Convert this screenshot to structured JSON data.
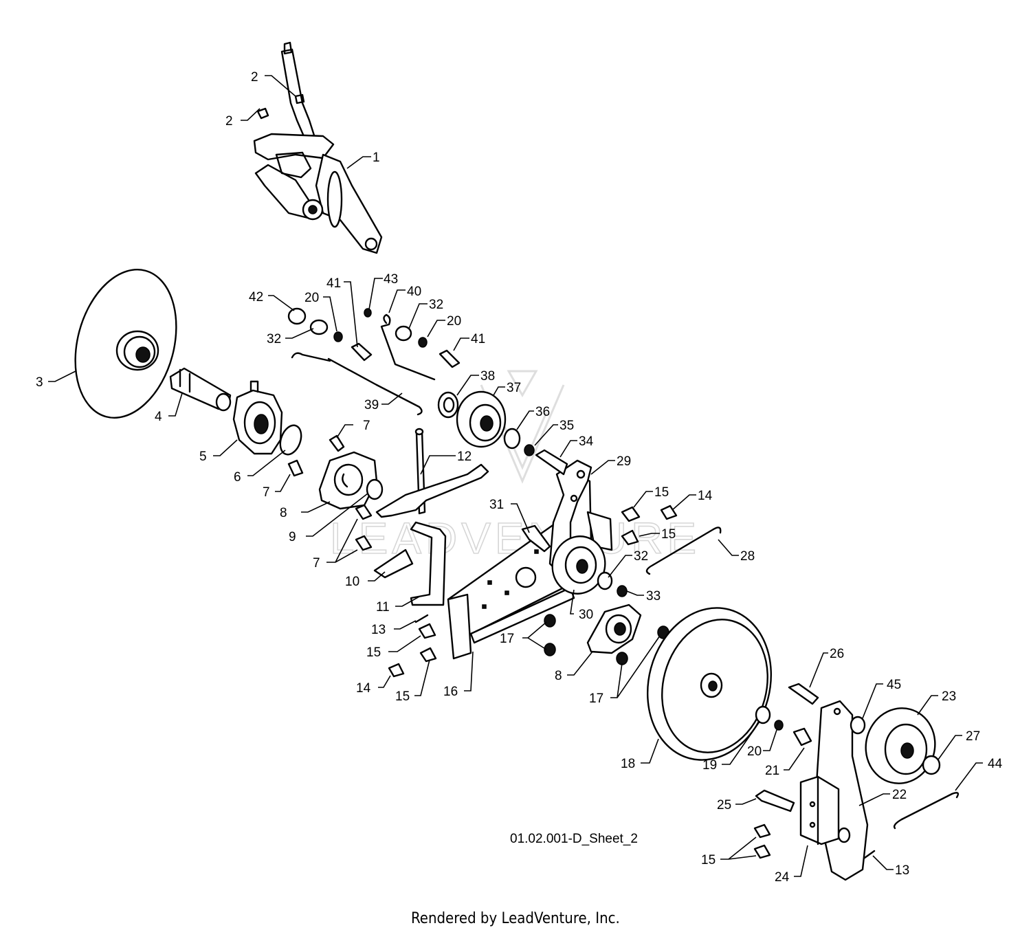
{
  "drawing": {
    "sheet_id": "01.02.001-D_Sheet_2",
    "credit": "Rendered by LeadVenture, Inc.",
    "watermark": "LEADVENTURE"
  },
  "callouts": [
    {
      "id": "c-2a",
      "label": "2"
    },
    {
      "id": "c-2b",
      "label": "2"
    },
    {
      "id": "c-1",
      "label": "1"
    },
    {
      "id": "c-3",
      "label": "3"
    },
    {
      "id": "c-4",
      "label": "4"
    },
    {
      "id": "c-5",
      "label": "5"
    },
    {
      "id": "c-6",
      "label": "6"
    },
    {
      "id": "c-7a",
      "label": "7"
    },
    {
      "id": "c-7b",
      "label": "7"
    },
    {
      "id": "c-7c",
      "label": "7"
    },
    {
      "id": "c-8a",
      "label": "8"
    },
    {
      "id": "c-9",
      "label": "9"
    },
    {
      "id": "c-10",
      "label": "10"
    },
    {
      "id": "c-11",
      "label": "11"
    },
    {
      "id": "c-12",
      "label": "12"
    },
    {
      "id": "c-13a",
      "label": "13"
    },
    {
      "id": "c-15a",
      "label": "15"
    },
    {
      "id": "c-14a",
      "label": "14"
    },
    {
      "id": "c-15b",
      "label": "15"
    },
    {
      "id": "c-16",
      "label": "16"
    },
    {
      "id": "c-17a",
      "label": "17"
    },
    {
      "id": "c-8b",
      "label": "8"
    },
    {
      "id": "c-17b",
      "label": "17"
    },
    {
      "id": "c-42",
      "label": "42"
    },
    {
      "id": "c-20a",
      "label": "20"
    },
    {
      "id": "c-41a",
      "label": "41"
    },
    {
      "id": "c-43",
      "label": "43"
    },
    {
      "id": "c-40",
      "label": "40"
    },
    {
      "id": "c-32a",
      "label": "32"
    },
    {
      "id": "c-20b",
      "label": "20"
    },
    {
      "id": "c-41b",
      "label": "41"
    },
    {
      "id": "c-32b",
      "label": "32"
    },
    {
      "id": "c-39",
      "label": "39"
    },
    {
      "id": "c-38",
      "label": "38"
    },
    {
      "id": "c-37",
      "label": "37"
    },
    {
      "id": "c-36",
      "label": "36"
    },
    {
      "id": "c-35",
      "label": "35"
    },
    {
      "id": "c-34",
      "label": "34"
    },
    {
      "id": "c-29",
      "label": "29"
    },
    {
      "id": "c-31",
      "label": "31"
    },
    {
      "id": "c-15c",
      "label": "15"
    },
    {
      "id": "c-14b",
      "label": "14"
    },
    {
      "id": "c-15d",
      "label": "15"
    },
    {
      "id": "c-28",
      "label": "28"
    },
    {
      "id": "c-32c",
      "label": "32"
    },
    {
      "id": "c-33",
      "label": "33"
    },
    {
      "id": "c-30",
      "label": "30"
    },
    {
      "id": "c-26",
      "label": "26"
    },
    {
      "id": "c-45",
      "label": "45"
    },
    {
      "id": "c-23",
      "label": "23"
    },
    {
      "id": "c-27",
      "label": "27"
    },
    {
      "id": "c-44",
      "label": "44"
    },
    {
      "id": "c-18",
      "label": "18"
    },
    {
      "id": "c-19",
      "label": "19"
    },
    {
      "id": "c-20c",
      "label": "20"
    },
    {
      "id": "c-21",
      "label": "21"
    },
    {
      "id": "c-22",
      "label": "22"
    },
    {
      "id": "c-25",
      "label": "25"
    },
    {
      "id": "c-15e",
      "label": "15"
    },
    {
      "id": "c-24",
      "label": "24"
    },
    {
      "id": "c-13b",
      "label": "13"
    }
  ]
}
